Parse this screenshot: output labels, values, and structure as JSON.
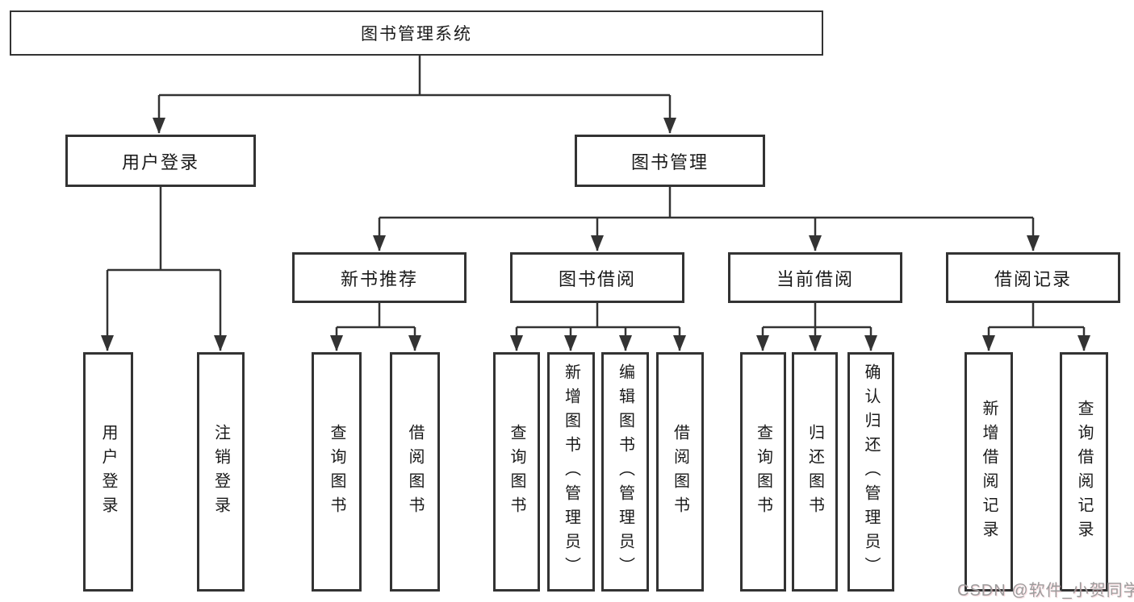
{
  "diagram_title": "图书管理系统",
  "nodes": {
    "root": {
      "label": "图书管理系统"
    },
    "user_login": {
      "label": "用户登录"
    },
    "book_mgmt": {
      "label": "图书管理"
    },
    "new_book_rec": {
      "label": "新书推荐"
    },
    "book_borrow": {
      "label": "图书借阅"
    },
    "current_borrow": {
      "label": "当前借阅"
    },
    "borrow_records": {
      "label": "借阅记录"
    },
    "leaf_user_login": {
      "label": "用户登录"
    },
    "leaf_logout": {
      "label": "注销登录"
    },
    "leaf_query_books_rec": {
      "label": "查询图书"
    },
    "leaf_borrow_books_rec": {
      "label": "借阅图书"
    },
    "leaf_query_books_borrow": {
      "label": "查询图书"
    },
    "leaf_add_books": {
      "label": "新增图书（管理员）"
    },
    "leaf_edit_books": {
      "label": "编辑图书（管理员）"
    },
    "leaf_borrow_books_borrow": {
      "label": "借阅图书"
    },
    "leaf_query_books_current": {
      "label": "查询图书"
    },
    "leaf_return_books": {
      "label": "归还图书"
    },
    "leaf_confirm_return": {
      "label": "确认归还（管理员）"
    },
    "leaf_add_borrow_record": {
      "label": "新增借阅记录"
    },
    "leaf_query_borrow_record": {
      "label": "查询借阅记录"
    }
  },
  "hierarchy": {
    "图书管理系统": {
      "用户登录": [
        "用户登录",
        "注销登录"
      ],
      "图书管理": {
        "新书推荐": [
          "查询图书",
          "借阅图书"
        ],
        "图书借阅": [
          "查询图书",
          "新增图书（管理员）",
          "编辑图书（管理员）",
          "借阅图书"
        ],
        "当前借阅": [
          "查询图书",
          "归还图书",
          "确认归还（管理员）"
        ],
        "借阅记录": [
          "新增借阅记录",
          "查询借阅记录"
        ]
      }
    }
  },
  "watermark": {
    "text": "CSDN @软件_小贺同学"
  },
  "colors": {
    "line": "#333333",
    "text": "#1a1a1a",
    "watermark": "#9c9c9c",
    "background": "#ffffff"
  }
}
